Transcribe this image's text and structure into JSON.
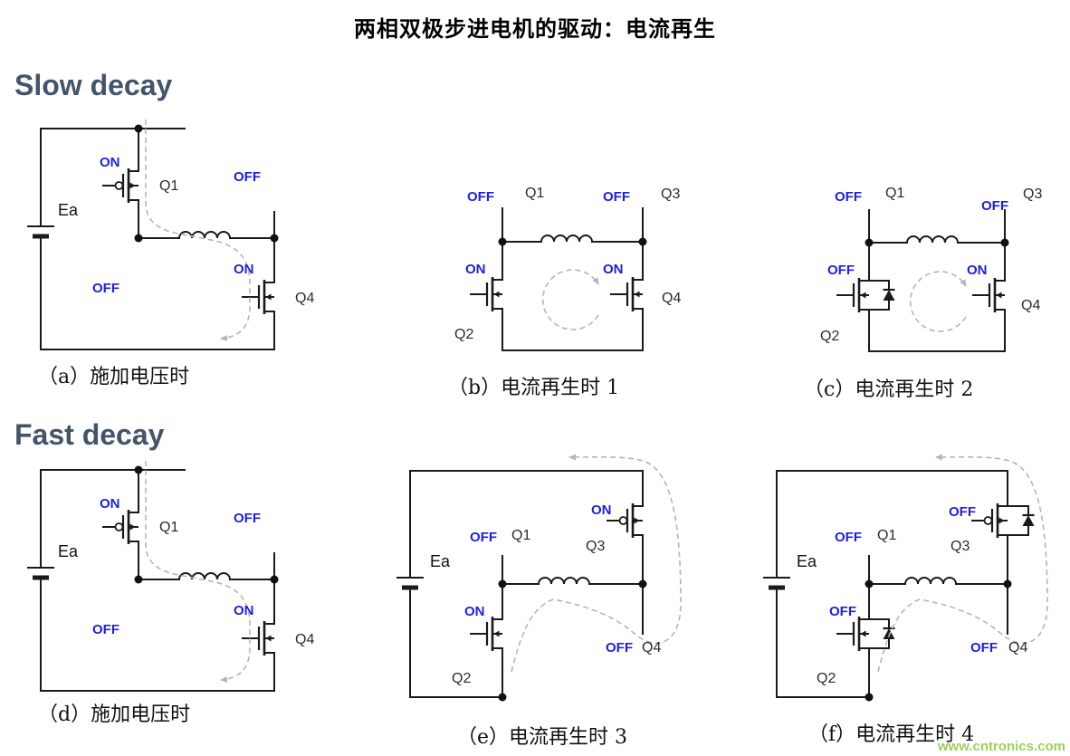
{
  "title": "两相双极步进电机的驱动：电流再生",
  "headings": {
    "slow": "Slow decay",
    "fast": "Fast decay"
  },
  "watermark": "www.cntronics.com",
  "circuits": {
    "a": {
      "caption": "（a）施加电压时",
      "supply": "Ea",
      "q1_label": "Q1",
      "q1_state": "ON",
      "q2_state": "OFF",
      "q3_state": "OFF",
      "q4_label": "Q4",
      "q4_state": "ON"
    },
    "b": {
      "caption": "（b）电流再生时 1",
      "q1_label": "Q1",
      "q1_state": "OFF",
      "q2_label": "Q2",
      "q2_state": "ON",
      "q3_label": "Q3",
      "q3_state": "OFF",
      "q4_label": "Q4",
      "q4_state": "ON"
    },
    "c": {
      "caption": "（c）电流再生时 2",
      "q1_label": "Q1",
      "q1_state": "OFF",
      "q2_label": "Q2",
      "q2_state": "OFF",
      "q3_label": "Q3",
      "q3_state": "OFF",
      "q4_label": "Q4",
      "q4_state": "ON"
    },
    "d": {
      "caption": "（d）施加电压时",
      "supply": "Ea",
      "q1_label": "Q1",
      "q1_state": "ON",
      "q2_state": "OFF",
      "q3_state": "OFF",
      "q4_label": "Q4",
      "q4_state": "ON"
    },
    "e": {
      "caption": "（e）电流再生时 3",
      "supply": "Ea",
      "q1_label": "Q1",
      "q1_state": "OFF",
      "q2_label": "Q2",
      "q2_state": "ON",
      "q3_label": "Q3",
      "q3_state": "ON",
      "q4_label": "Q4",
      "q4_state": "OFF"
    },
    "f": {
      "caption": "（f）电流再生时 4",
      "supply": "Ea",
      "q1_label": "Q1",
      "q1_state": "OFF",
      "q2_label": "Q2",
      "q2_state": "OFF",
      "q3_label": "Q3",
      "q3_state": "OFF",
      "q4_label": "Q4",
      "q4_state": "OFF"
    }
  },
  "colors": {
    "state_label": "#2121d1",
    "heading": "#44546a",
    "wire": "#1a1a1a",
    "dashed_path": "#b5b5b5",
    "watermark": "#8dc63f"
  }
}
